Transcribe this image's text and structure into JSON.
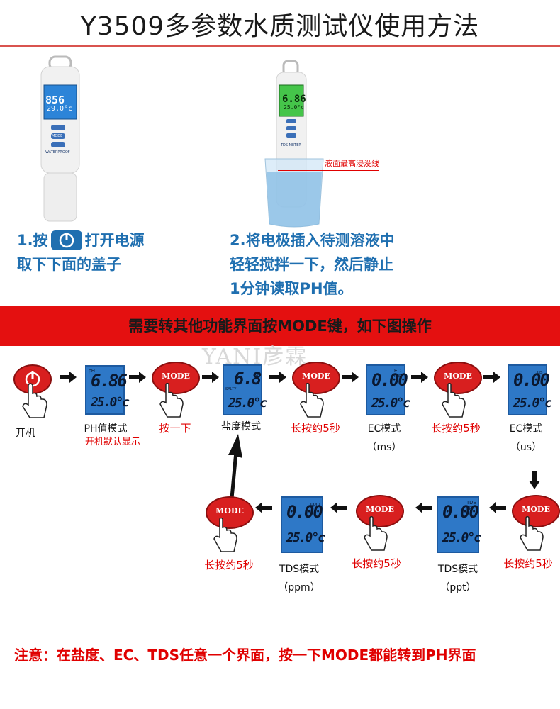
{
  "title": "Y3509多参数水质测试仪使用方法",
  "step1": {
    "line1_pre": "1.按",
    "line1_post": "打开电源",
    "line2": "取下下面的盖子",
    "power_icon": "power-icon"
  },
  "step2": {
    "line1": "2.将电极插入待测溶液中",
    "line2": "轻轻搅拌一下，然后静止",
    "line3": "1分钟读取PH值。"
  },
  "meter1": {
    "brand": "WATERPROOF",
    "reading_top": "856",
    "reading_bottom": "29.0°c",
    "mode_label": "MODE"
  },
  "meter2": {
    "brand": "TDS METER",
    "reading_top": "6.86",
    "reading_bottom": "25.0°c",
    "water_label": "液面最高浸没线"
  },
  "banner": "需要转其他功能界面按MODE键，如下图操作",
  "watermark": "YANI彦霖",
  "flow": {
    "power_label": "开机",
    "ph_label": "PH值模式",
    "ph_sub": "开机默认显示",
    "press_once": "按一下",
    "salt_label": "盐度模式",
    "long_press": "长按约5秒",
    "ec_label": "EC模式",
    "ec_ms": "（ms）",
    "ec_us": "（us）",
    "tds_label": "TDS模式",
    "tds_ppm": "（ppm）",
    "tds_ppt": "（ppt）",
    "mode_btn": "MODE",
    "lcd": {
      "ph_unit": "pH",
      "ph_top": "6.86",
      "ph_bottom": "25.0°c",
      "salt_unit": "%",
      "salt_sub": "SALTY",
      "salt_top": "6.8",
      "salt_bottom": "25.0°c",
      "ec_ms_unit": "EC ms",
      "ec_top": "0.00",
      "ec_bottom": "25.0°c",
      "ec_us_unit": "us",
      "tds_ppm_unit": "ppm",
      "tds_top": "0.00",
      "tds_bottom": "25.0°c",
      "tds_ppt_unit": "TDS ppt"
    }
  },
  "note": "注意：在盐度、EC、TDS任意一个界面，按一下MODE都能转到PH界面",
  "colors": {
    "accent_red": "#e41010",
    "text_blue": "#1f6fb0",
    "lcd_blue": "#2e78c7"
  }
}
